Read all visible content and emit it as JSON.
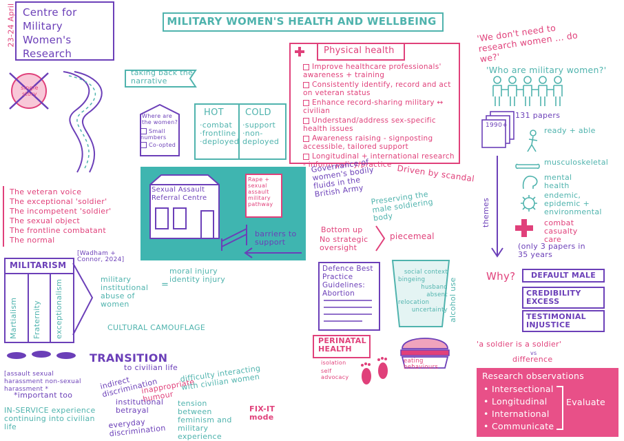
{
  "header": {
    "org_title": "Centre for Military Women's Research",
    "date": "23-24 April",
    "main_title": "MILITARY WOMEN'S HEALTH AND WELLBEING"
  },
  "sign": {
    "text": "single story"
  },
  "narrative": {
    "banner": "taking back the narrative",
    "women_q": "Where are the women?",
    "women_opts": [
      "Small numbers",
      "Co-opted"
    ],
    "hot_title": "HOT",
    "hot_items": [
      "combat",
      "frontline",
      "deployed"
    ],
    "cold_title": "COLD",
    "cold_items": [
      "support",
      "non-deployed"
    ]
  },
  "physical_health": {
    "title": "Physical health",
    "items": [
      "Improve healthcare professionals' awareness + training",
      "Consistently identify, record and act on veteran status",
      "Enhance record-sharing military ↔ civilian",
      "Understand/address sex-specific health issues",
      "Awareness raising - signposting accessible, tailored support",
      "Longitudinal + international research - inform policy/practice"
    ]
  },
  "research_q": {
    "quote": "'We don't need to research women ... do we?'",
    "who": "'Who are military women?'",
    "papers": "131 papers",
    "year": "1990+",
    "ready": "ready + able",
    "themes_label": "themes",
    "themes": [
      "musculoskeletal",
      "mental health",
      "endemic, epidemic + environmental",
      "combat casualty care"
    ],
    "combat_note": "(only 3 papers in 35 years",
    "why": "Why?",
    "why_boxes": [
      "DEFAULT MALE",
      "CREDIBILITY EXCESS",
      "TESTIMONIAL INJUSTICE"
    ],
    "soldier_quote": "'a soldier is a soldier'",
    "vs": "vs",
    "difference": "difference"
  },
  "observations": {
    "title": "Research observations",
    "items": [
      "Intersectional",
      "Longitudinal",
      "International",
      "Communicate"
    ],
    "evaluate": "Evaluate"
  },
  "veteran": {
    "items": [
      "The veteran voice",
      "The exceptional 'soldier'",
      "The incompetent 'soldier'",
      "The sexual object",
      "The frontline combatant",
      "The normal"
    ]
  },
  "sarc": {
    "building": "Sexual Assault Referral Centre",
    "poster": "Rape + sexual assault military pathway",
    "barriers": "barriers to support"
  },
  "middle": {
    "governance": "Governance of women's bodily fluids in the British Army",
    "driven": "Driven by scandal",
    "preserving": "Preserving the male soldiering body",
    "bottom_up": "Bottom up",
    "no_strategic": "No strategic oversight",
    "piecemeal": "piecemeal"
  },
  "militarism": {
    "cite": "[Wadham + Connor, 2024]",
    "title": "MILITARISM",
    "columns": [
      "Martialism",
      "Fraternity",
      "exceptionalism"
    ],
    "military_abuse": "military institutional abuse of women",
    "equals": "=",
    "moral": "moral injury identity injury",
    "camouflage": "CULTURAL CAMOUFLAGE"
  },
  "guidelines": {
    "doc": "Defence Best Practice Guidelines: Abortion",
    "perinatal": "PERINATAL HEALTH",
    "isolation": "isolation",
    "self_advocacy": "self advocacy",
    "alcohol_items": [
      "social context",
      "bingeing",
      "husband absent",
      "relocation",
      "uncertainty"
    ],
    "alcohol": "alcohol use",
    "eating": "eating behaviours"
  },
  "transition": {
    "title": "TRANSITION",
    "subtitle": "to civilian life",
    "assault": "[assault sexual harassment non-sexual harassment *",
    "important": "*important too",
    "in_service": "IN-SERVICE experience continuing into civilian life",
    "indirect": "indirect discrimination",
    "inappropriate": "inappropriate humour",
    "difficulty": "difficulty interacting with civilian women",
    "institutional": "institutional betrayal",
    "tension": "tension between feminism and military experience",
    "everyday": "everyday discrimination",
    "fixit": "FIX-IT mode"
  }
}
